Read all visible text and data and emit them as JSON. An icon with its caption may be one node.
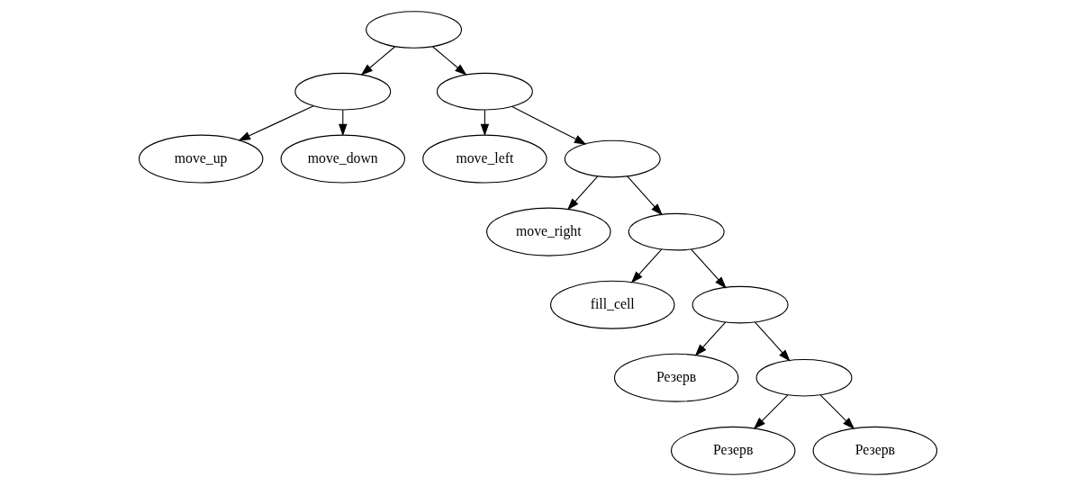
{
  "diagram": {
    "nodes": [
      {
        "text": [],
        "shape": "ellipse"
      },
      {
        "text": [],
        "shape": "ellipse"
      },
      {
        "text": [],
        "shape": "ellipse"
      },
      {
        "text": [
          "move_up"
        ]
      },
      {
        "text": [
          "move_down"
        ]
      },
      {
        "text": [
          "move_left"
        ]
      },
      {
        "text": [],
        "shape": "ellipse"
      },
      {
        "text": [
          "move_right"
        ]
      },
      {
        "text": [],
        "shape": "ellipse"
      },
      {
        "text": [
          "fill_cell"
        ]
      },
      {
        "text": [],
        "shape": "ellipse"
      },
      {
        "text": [
          "Резерв"
        ]
      },
      {
        "text": [],
        "shape": "ellipse"
      },
      {
        "text": [
          "Резерв"
        ]
      },
      {
        "text": [
          "Резерв"
        ]
      }
    ],
    "edges": [
      {
        "from": 0,
        "to": 1,
        "arrow": "to"
      },
      {
        "from": 0,
        "to": 2,
        "arrow": "to"
      },
      {
        "from": 1,
        "to": 3,
        "arrow": "to"
      },
      {
        "from": 1,
        "to": 4,
        "arrow": "to"
      },
      {
        "from": 2,
        "to": 5,
        "arrow": "to"
      },
      {
        "from": 2,
        "to": 6,
        "arrow": "to"
      },
      {
        "from": 6,
        "to": 7,
        "arrow": "to"
      },
      {
        "from": 6,
        "to": 8,
        "arrow": "to"
      },
      {
        "from": 8,
        "to": 9,
        "arrow": "to"
      },
      {
        "from": 8,
        "to": 10,
        "arrow": "to"
      },
      {
        "from": 10,
        "to": 11,
        "arrow": "to"
      },
      {
        "from": 10,
        "to": 12,
        "arrow": "to"
      },
      {
        "from": 12,
        "to": 13,
        "arrow": "to"
      },
      {
        "from": 12,
        "to": 14,
        "arrow": "to"
      }
    ]
  }
}
